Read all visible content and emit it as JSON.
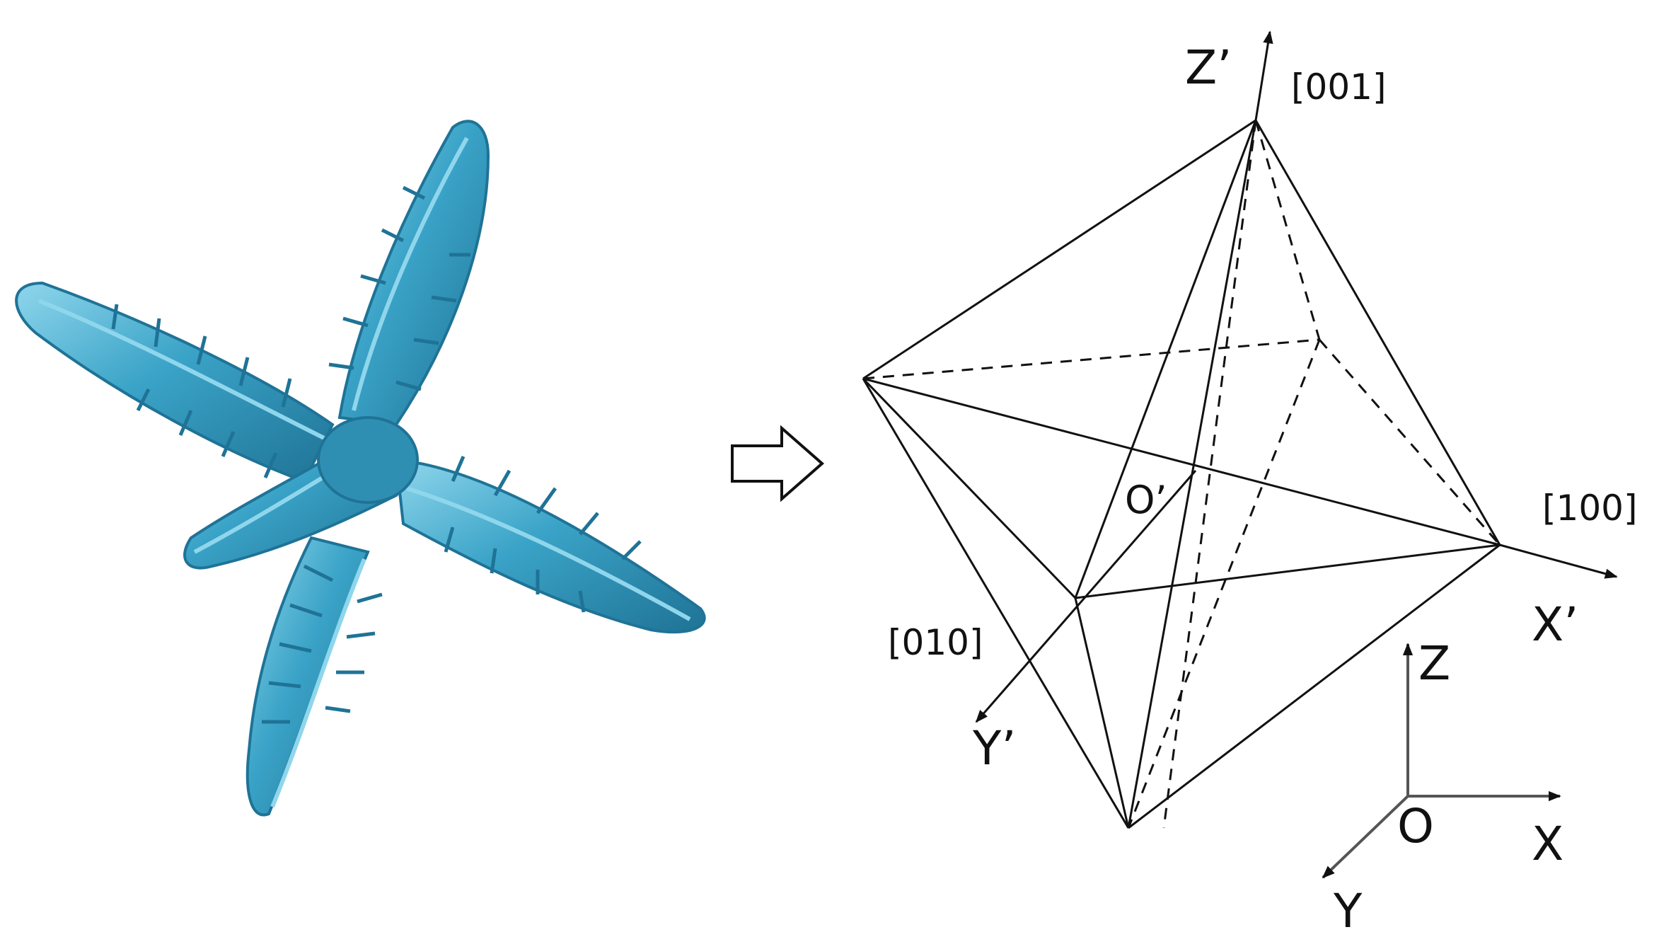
{
  "colors": {
    "dendrite_fill": "#3aa3c7",
    "dendrite_shadow": "#1f7396",
    "dendrite_highlight": "#8fd6ec",
    "ink": "#111111",
    "axis_gray": "#555555"
  },
  "labels": {
    "z_prime": "Z’",
    "x_prime": "X’",
    "y_prime": "Y’",
    "o_prime": "O’",
    "dir_001": "[001]",
    "dir_100": "[100]",
    "dir_010": "[010]",
    "z": "Z",
    "x": "X",
    "y": "Y",
    "o": "O"
  },
  "icons": {
    "transition_arrow": "right-hollow-arrow-icon"
  }
}
